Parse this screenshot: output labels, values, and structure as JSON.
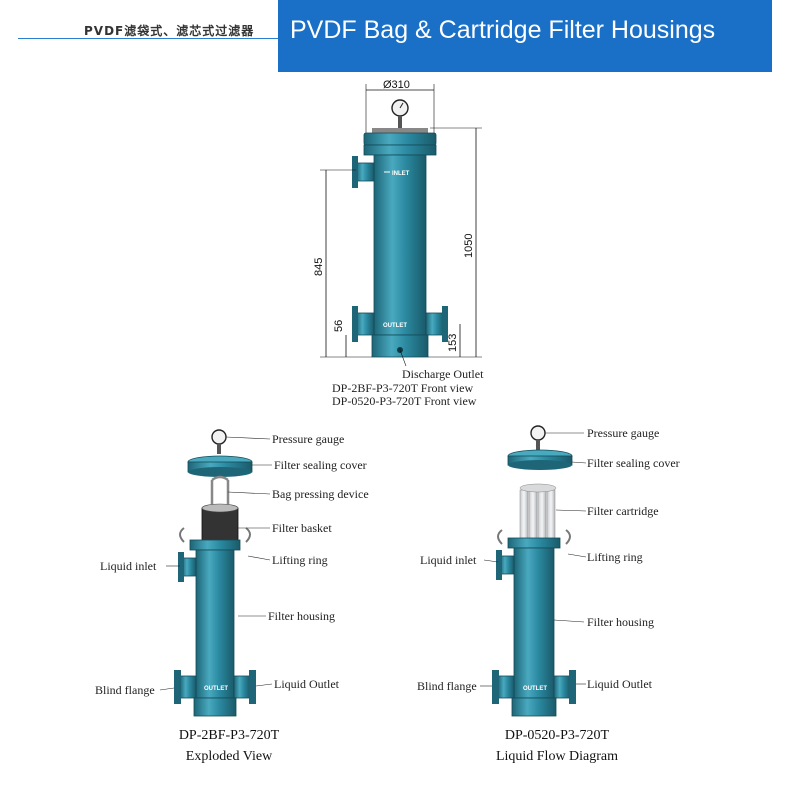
{
  "header": {
    "chinese_title": "PVDF滤袋式、滤芯式过滤器",
    "english_title": "PVDF Bag & Cartridge Filter Housings"
  },
  "front_view": {
    "diameter": "Ø310",
    "height_total": "1050",
    "height_inlet": "845",
    "height_outlet": "153",
    "height_bottom": "56",
    "inlet_stamp": "INLET",
    "outlet_stamp": "OUTLET",
    "discharge_label": "Discharge Outlet",
    "caption_line1": "DP-2BF-P3-720T Front view",
    "caption_line2": "DP-0520-P3-720T Front view"
  },
  "exploded_view": {
    "labels": {
      "pressure_gauge": "Pressure gauge",
      "filter_sealing_cover": "Filter sealing cover",
      "bag_pressing_device": "Bag pressing device",
      "filter_basket": "Filter basket",
      "lifting_ring": "Lifting ring",
      "liquid_inlet": "Liquid inlet",
      "filter_housing": "Filter housing",
      "blind_flange": "Blind flange",
      "liquid_outlet": "Liquid Outlet"
    },
    "outlet_stamp": "OUTLET",
    "caption_model": "DP-2BF-P3-720T",
    "caption_view": "Exploded View"
  },
  "flow_diagram": {
    "labels": {
      "pressure_gauge": "Pressure gauge",
      "filter_sealing_cover": "Filter sealing cover",
      "filter_cartridge": "Filter cartridge",
      "lifting_ring": "Lifting ring",
      "liquid_inlet": "Liquid inlet",
      "filter_housing": "Filter housing",
      "blind_flange": "Blind flange",
      "liquid_outlet": "Liquid Outlet"
    },
    "outlet_stamp": "OUTLET",
    "caption_model": "DP-0520-P3-720T",
    "caption_view": "Liquid Flow Diagram"
  },
  "colors": {
    "header_band": "#1a6fc7",
    "housing": "#2b8aa1",
    "housing_dark": "#1d6577",
    "housing_light": "#49a9bf"
  }
}
